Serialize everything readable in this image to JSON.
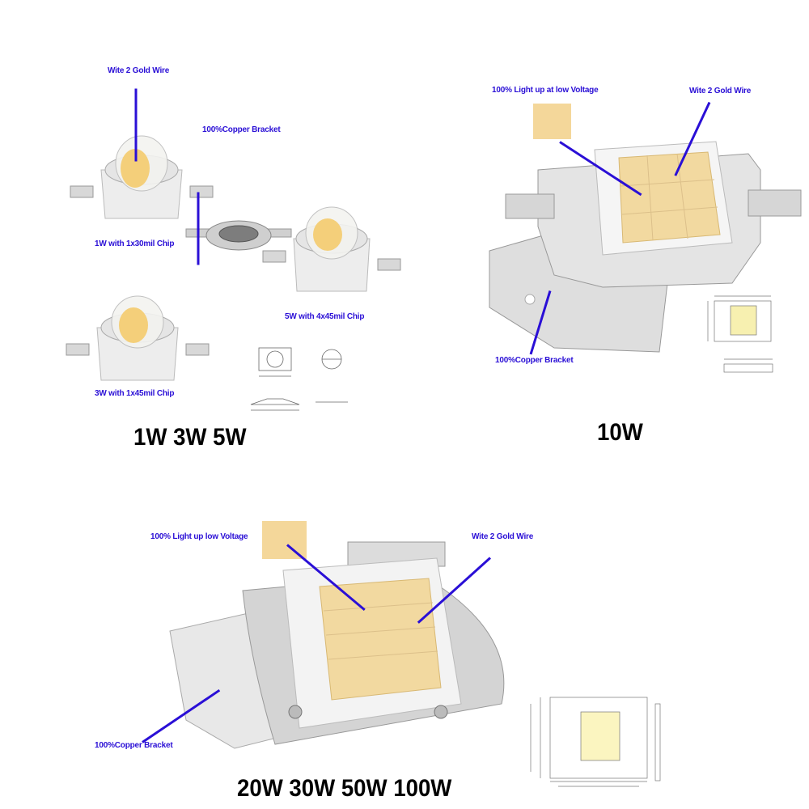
{
  "labels": {
    "wire_1w": "Wite 2 Gold Wire",
    "copper_small": "100%Copper Bracket",
    "chip_1w": "1W with 1x30mil Chip",
    "chip_5w": "5W with 4x45mil Chip",
    "chip_3w": "3W with 1x45mil Chip",
    "light_10w": "100% Light up at low Voltage",
    "wire_10w": "Wite 2 Gold Wire",
    "copper_10w": "100%Copper Bracket",
    "light_cob": "100% Light up low Voltage",
    "wire_cob": "Wite 2 Gold Wire",
    "copper_cob": "100%Copper Bracket"
  },
  "titles": {
    "small": "1W 3W 5W",
    "ten": "10W",
    "cob": "20W 30W 50W 100W"
  },
  "colors": {
    "annotation": "#2a0fd6",
    "phosphor": "#f4d79a"
  }
}
